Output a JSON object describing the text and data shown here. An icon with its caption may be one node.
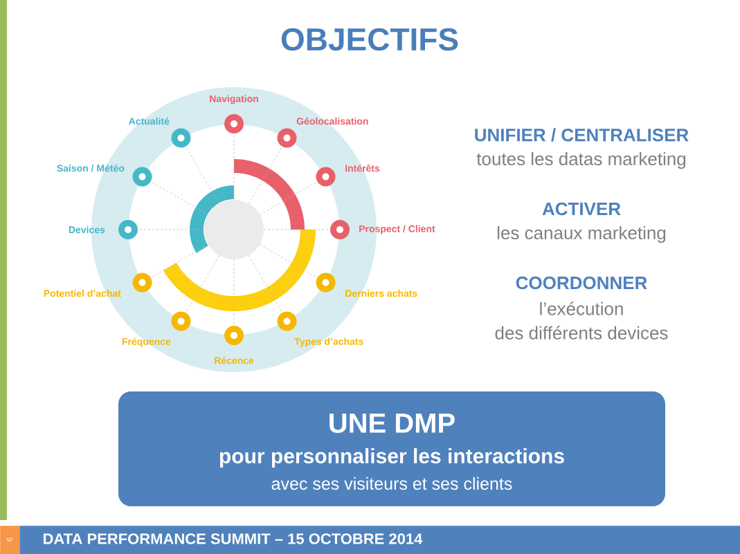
{
  "diagram": {
    "title": "OBJECTIFS",
    "nodes": [
      {
        "text": [],
        "shape": "circle"
      },
      {
        "text": [
          "Navigation"
        ]
      },
      {
        "text": [
          "Géolocalisation"
        ]
      },
      {
        "text": [
          "Intérêts"
        ]
      },
      {
        "text": [
          "Prospect / Client"
        ]
      },
      {
        "text": [
          "Derniers achats"
        ]
      },
      {
        "text": [
          "Types d’achats"
        ]
      },
      {
        "text": [
          "Récence"
        ]
      },
      {
        "text": [
          "Fréquence"
        ]
      },
      {
        "text": [
          "Potentiel d’achat"
        ]
      },
      {
        "text": [
          "Devices"
        ]
      },
      {
        "text": [
          "Saison / Météo"
        ]
      },
      {
        "text": [
          "Actualité"
        ]
      },
      {
        "text": [
          "UNE DMP",
          "pour personnaliser les interactions",
          "avec ses visiteurs et ses clients"
        ]
      },
      {
        "text": [
          "DATA PERFORMANCE SUMMIT – 15 OCTOBRE 2014"
        ]
      },
      {
        "text": [
          "6"
        ]
      }
    ],
    "edges": [
      {
        "from": 0,
        "to": 1,
        "arrow": "none",
        "style": "dashed"
      },
      {
        "from": 0,
        "to": 2,
        "arrow": "none",
        "style": "dashed"
      },
      {
        "from": 0,
        "to": 3,
        "arrow": "none",
        "style": "dashed"
      },
      {
        "from": 0,
        "to": 4,
        "arrow": "none",
        "style": "dashed"
      },
      {
        "from": 0,
        "to": 5,
        "arrow": "none",
        "style": "dashed"
      },
      {
        "from": 0,
        "to": 6,
        "arrow": "none",
        "style": "dashed"
      },
      {
        "from": 0,
        "to": 7,
        "arrow": "none",
        "style": "dashed"
      },
      {
        "from": 0,
        "to": 8,
        "arrow": "none",
        "style": "dashed"
      },
      {
        "from": 0,
        "to": 9,
        "arrow": "none",
        "style": "dashed"
      },
      {
        "from": 0,
        "to": 10,
        "arrow": "none",
        "style": "dashed"
      },
      {
        "from": 0,
        "to": 11,
        "arrow": "none",
        "style": "dashed"
      },
      {
        "from": 0,
        "to": 12,
        "arrow": "none",
        "style": "dashed"
      }
    ],
    "labels": [
      "UNIFIER / CENTRALISER",
      "toutes les datas marketing",
      "ACTIVER",
      "les canaux marketing",
      "COORDONNER",
      "l’exécution",
      "des différents devices"
    ]
  }
}
